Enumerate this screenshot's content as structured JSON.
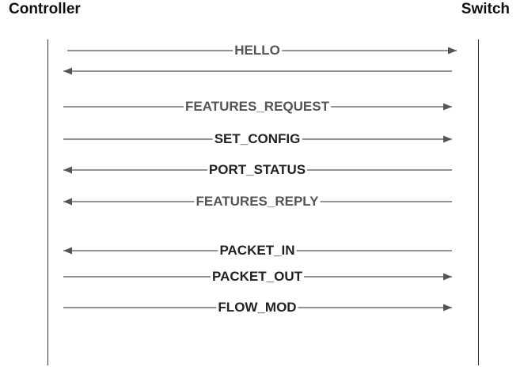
{
  "participants": {
    "controller": "Controller",
    "switch": "Switch"
  },
  "colors": {
    "line": "#555555",
    "lifeline": "#333333",
    "label_muted": "#555555",
    "label_dark": "#222222"
  },
  "messages": [
    {
      "id": "hello",
      "label": "HELLO",
      "direction": "controller-to-switch",
      "tone": "muted"
    },
    {
      "id": "hello-reply",
      "label": "",
      "direction": "switch-to-controller",
      "tone": "muted"
    },
    {
      "id": "features-request",
      "label": "FEATURES_REQUEST",
      "direction": "controller-to-switch",
      "tone": "muted"
    },
    {
      "id": "set-config",
      "label": "SET_CONFIG",
      "direction": "controller-to-switch",
      "tone": "dark"
    },
    {
      "id": "port-status",
      "label": "PORT_STATUS",
      "direction": "switch-to-controller",
      "tone": "dark"
    },
    {
      "id": "features-reply",
      "label": "FEATURES_REPLY",
      "direction": "switch-to-controller",
      "tone": "muted"
    },
    {
      "id": "packet-in",
      "label": "PACKET_IN",
      "direction": "switch-to-controller",
      "tone": "dark"
    },
    {
      "id": "packet-out",
      "label": "PACKET_OUT",
      "direction": "controller-to-switch",
      "tone": "dark"
    },
    {
      "id": "flow-mod",
      "label": "FLOW_MOD",
      "direction": "controller-to-switch",
      "tone": "dark"
    }
  ]
}
